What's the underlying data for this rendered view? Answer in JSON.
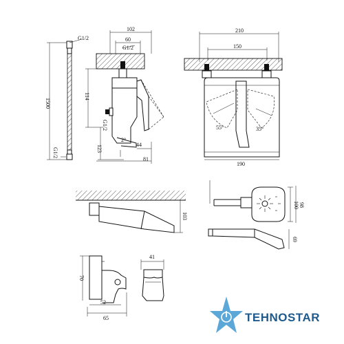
{
  "dimensions": {
    "hose_thread_top": "G1/2",
    "hose_length": "1500",
    "hose_thread_bottom": "G1/2",
    "side_width_total": "102",
    "side_width_inner": "60",
    "side_thread_top": "G1/2",
    "side_height": "114",
    "side_thread_outlet": "G1/2",
    "side_height_lower": "123",
    "side_angle": "2°",
    "side_depth_spout": "44",
    "side_depth_total": "81",
    "front_width_outer": "210",
    "front_width_centers": "150",
    "front_angle_left": "55°",
    "front_angle_right": "35°",
    "front_width_body": "190",
    "spout_thread": "G1/2",
    "spout_height": "103",
    "shower_height_outer": "100",
    "shower_height_inner": "98",
    "shower_handle_height": "69",
    "holder_height": "70",
    "holder_depth": "52",
    "holder_width_total": "65",
    "holder_width_front": "41"
  },
  "brand": {
    "name": "TEHNOSTAR",
    "colors": {
      "star": "#5ba8d8",
      "text": "#1f5a8c"
    }
  }
}
